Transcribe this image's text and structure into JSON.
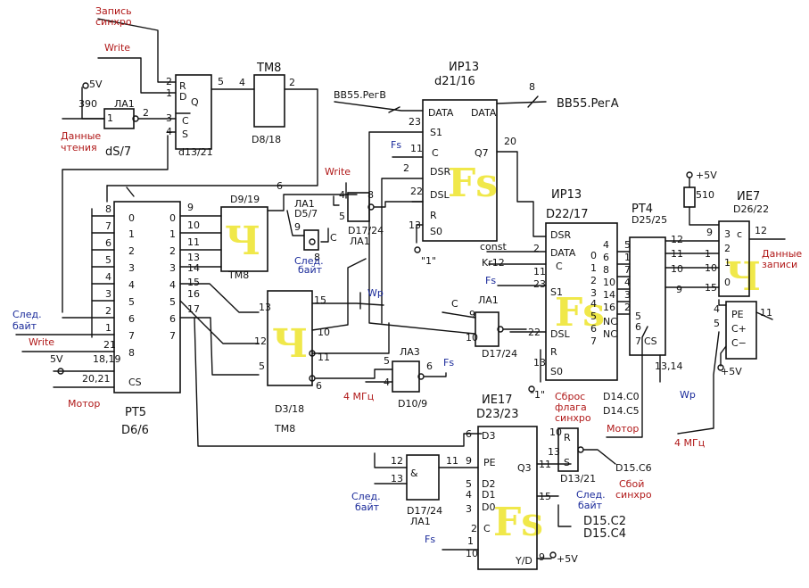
{
  "labels": {
    "write_sync_1": "Запись",
    "write_sync_2": "синхро",
    "write": "Write",
    "v5": "5V",
    "r390": "390",
    "read_data_1": "Данные",
    "read_data_2": "чтения",
    "la1": "ЛА1",
    "d5_7": "dS/7",
    "d13_21": "d13/21",
    "tm8_top": "ТМ8",
    "d8_18": "D8/18",
    "ir13_top": "ИР13",
    "d21_16": "d21/16",
    "bb55_in": "BB55.PeгB",
    "bb55_out": "BB55.PeгA",
    "data_in": "DATA",
    "data_out": "DATA",
    "fs": "Fs",
    "const": "const",
    "d9_19": "D9/19",
    "tm8_mid": "ТМ8",
    "d5_7b": "D5/7",
    "d17_24": "D17/24",
    "la1_b": "ЛА1",
    "c_label": "C",
    "next_byte_1": "След.",
    "next_byte_2": "байт",
    "wr": "Wр",
    "ir13_mid": "ИР13",
    "d22_17": "D22/17",
    "rt4": "РТ4",
    "d25_25": "D25/25",
    "r510": "510",
    "v5_plus": "+5V",
    "ie7": "ИЕ7",
    "d26_22": "D26/22",
    "write_data_1": "Данные",
    "write_data_2": "записи",
    "pt5": "РТ5",
    "d6_6": "D6/6",
    "motor": "Мотор",
    "d3_18": "D3/18",
    "tm8_low": "ТМ8",
    "la3": "ЛА3",
    "d10_9": "D10/9",
    "mhz4": "4 МГц",
    "ie17": "ИЕ17",
    "d23_23": "D23/23",
    "reset_flag_1": "Сброс",
    "reset_flag_2": "флага",
    "reset_flag_3": "синхро",
    "d14_c0": "D14.C0",
    "d14_c5": "D14.C5",
    "d15_c6": "D15.C6",
    "sync_fail_1": "Сбой",
    "sync_fail_2": "синхро",
    "d15_c2": "D15.C2",
    "d15_c4": "D15.C4",
    "one_q": "\"1\"",
    "d13_21b": "D13/21",
    "la1_c": "ЛА1",
    "v5_low": "+5V",
    "kb": "Kr12"
  }
}
